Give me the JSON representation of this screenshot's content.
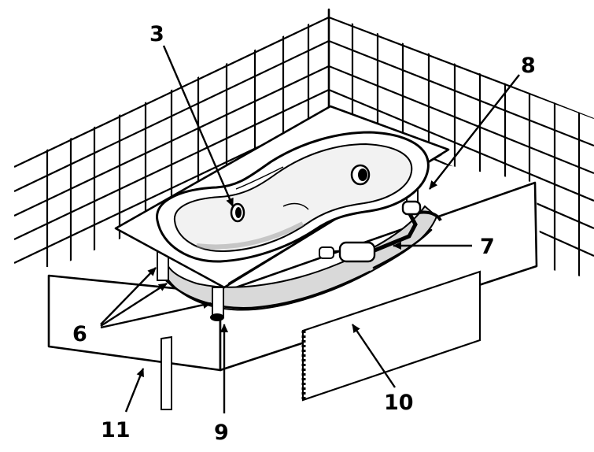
{
  "callouts": {
    "c3": "3",
    "c6": "6",
    "c7": "7",
    "c8": "8",
    "c9": "9",
    "c10": "10",
    "c11": "11"
  }
}
